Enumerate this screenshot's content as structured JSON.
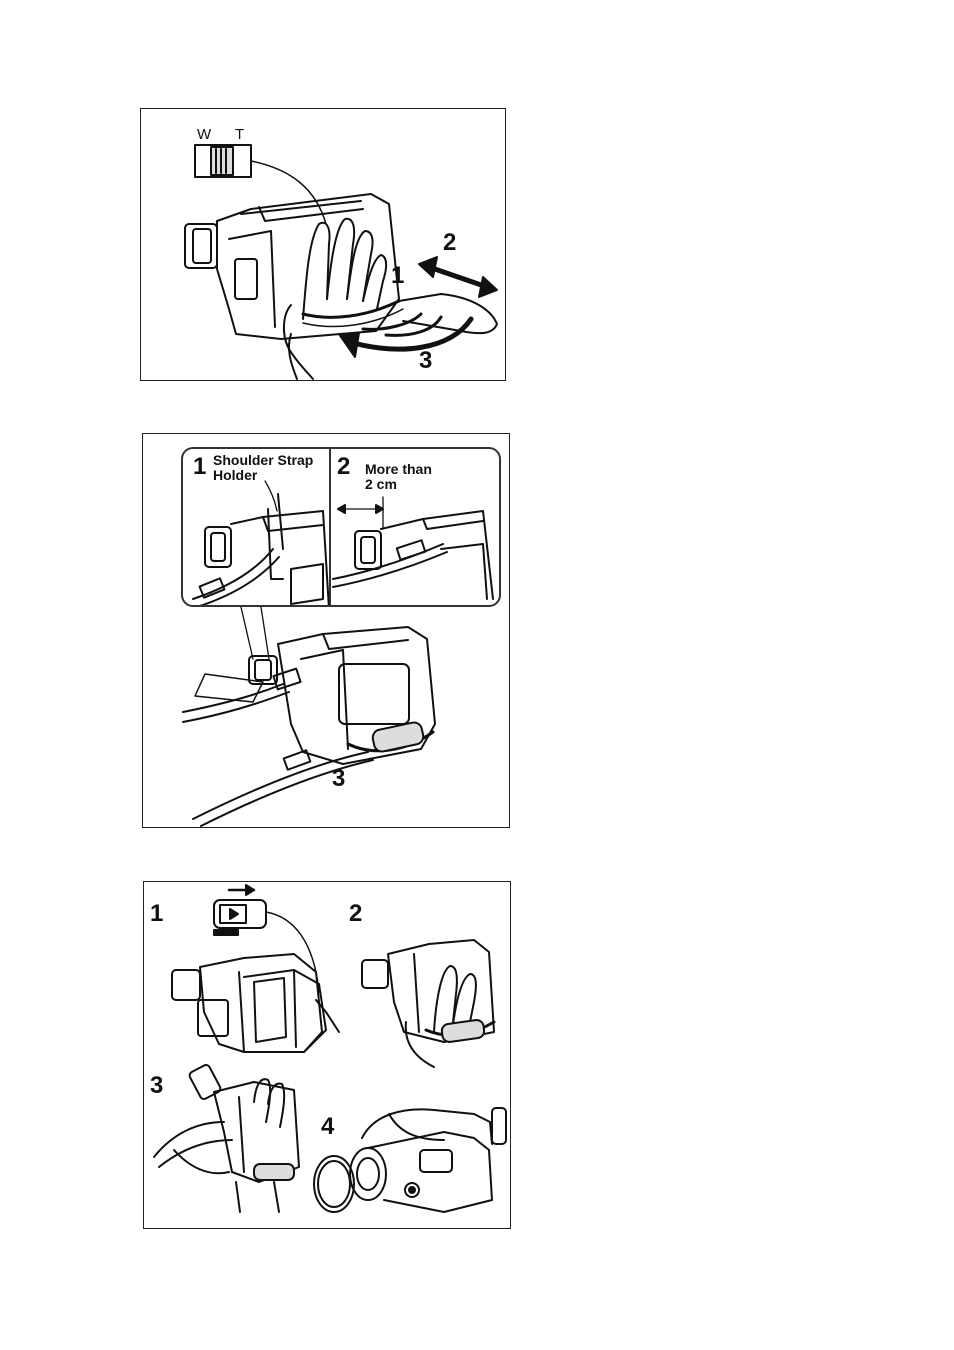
{
  "panel1": {
    "switch_w": "W",
    "switch_t": "T",
    "step1": "1",
    "step2": "2",
    "step3": "3"
  },
  "panel2": {
    "inset1_number": "1",
    "inset1_label_line1": "Shoulder Strap",
    "inset1_label_line2": "Holder",
    "inset2_number": "2",
    "inset2_label_line1": "More than",
    "inset2_label_line2": "2 cm",
    "step3": "3"
  },
  "panel3": {
    "step1": "1",
    "step2": "2",
    "step3": "3",
    "step4": "4"
  }
}
